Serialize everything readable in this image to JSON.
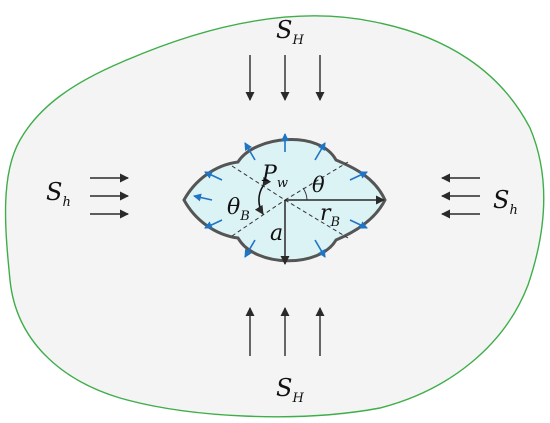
{
  "labels": {
    "s_top": "S",
    "s_top_sub": "H",
    "s_bottom": "S",
    "s_bottom_sub": "H",
    "s_left": "S",
    "s_left_sub": "h",
    "s_right": "S",
    "s_right_sub": "h",
    "pressure": "P",
    "pressure_sub": "w",
    "theta": "θ",
    "theta_b": "θ",
    "theta_b_sub": "B",
    "r_b": "r",
    "r_b_sub": "B",
    "radius_a": "a"
  },
  "colors": {
    "boundary": "#3fae4a",
    "rock_fill": "#f4f4f4",
    "borehole_fill": "#dcf3f6",
    "borehole_stroke": "#555555",
    "arrow_blue": "#1f74c4",
    "arrow_black": "#2a2a2a"
  }
}
